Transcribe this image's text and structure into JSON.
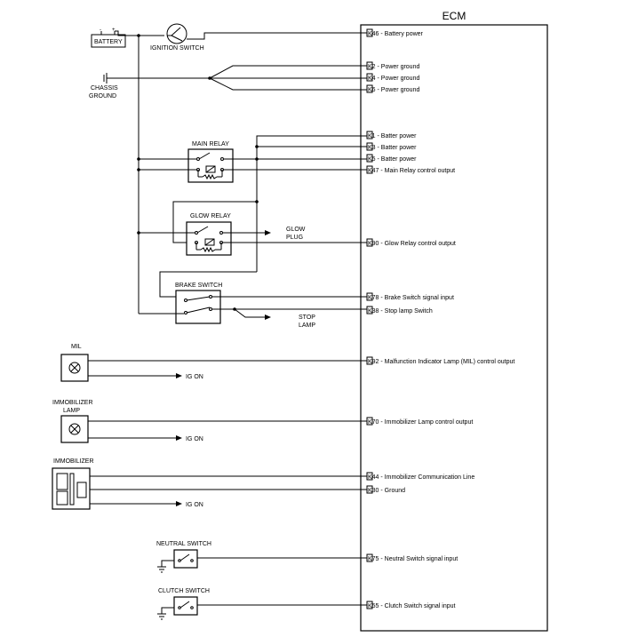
{
  "ecm": {
    "title": "ECM",
    "pins": [
      {
        "text": "K46 - Battery power"
      },
      {
        "text": "K2 - Power ground"
      },
      {
        "text": "K4 - Power ground"
      },
      {
        "text": "K6 - Power ground"
      },
      {
        "text": "K1 - Batter power"
      },
      {
        "text": "K3 - Batter power"
      },
      {
        "text": "K5 - Batter power"
      },
      {
        "text": "K47 - Main Relay control output"
      },
      {
        "text": "K90 - Glow Relay control output"
      },
      {
        "text": "K78 - Brake Switch signal input"
      },
      {
        "text": "K38 - Stop lamp Switch"
      },
      {
        "text": "K92 - Malfunction Indicator Lamp (MIL) control output"
      },
      {
        "text": "K70 - Immobilizer Lamp control output"
      },
      {
        "text": "K44 - Immobilizer Communication Line"
      },
      {
        "text": "K30 - Ground"
      },
      {
        "text": "K75 - Neutral Switch signal input"
      },
      {
        "text": "K55 - Clutch Switch signal input"
      }
    ]
  },
  "components": {
    "battery": "BATTERY",
    "ignition_switch": "IGNITION SWITCH",
    "chassis_ground_1": "CHASSIS",
    "chassis_ground_2": "GROUND",
    "main_relay": "MAIN RELAY",
    "glow_relay": "GLOW RELAY",
    "glow_plug_1": "GLOW",
    "glow_plug_2": "PLUG",
    "brake_switch": "BRAKE SWITCH",
    "stop_lamp_1": "STOP",
    "stop_lamp_2": "LAMP",
    "mil": "MIL",
    "immobilizer_lamp_1": "IMMOBILIZER",
    "immobilizer_lamp_2": "LAMP",
    "immobilizer": "IMMOBILIZER",
    "ig_on": "IG ON",
    "neutral_switch": "NEUTRAL SWITCH",
    "clutch_switch": "CLUTCH SWITCH"
  }
}
